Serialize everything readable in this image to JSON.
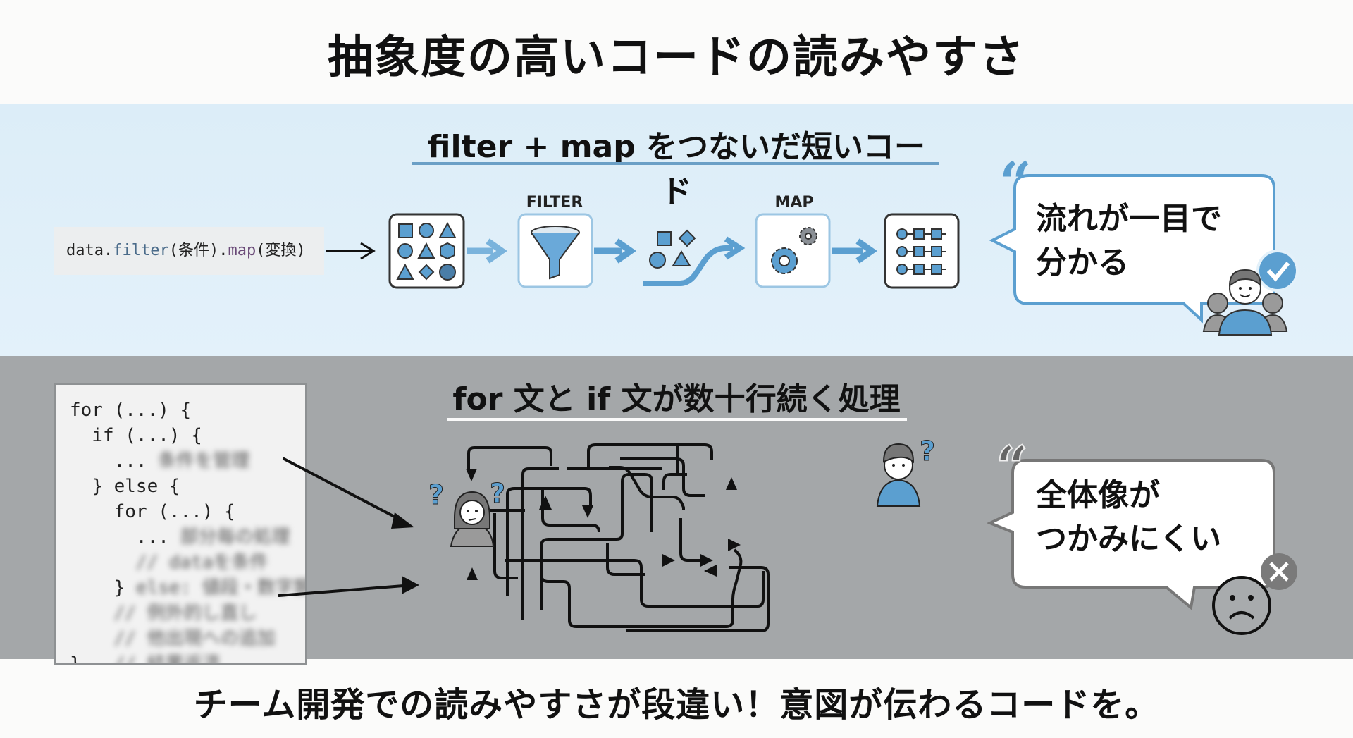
{
  "title": "抽象度の高いコードの読みやすさ",
  "top_section": {
    "heading": "filter + map をつないだ短いコード",
    "code": {
      "prefix": "data.",
      "filter_fn": "filter",
      "filter_arg": "(条件).",
      "map_fn": "map",
      "map_arg": "(変換)"
    },
    "stages": [
      {
        "label": "",
        "icon": "mixed-shapes-icon"
      },
      {
        "label": "FILTER",
        "icon": "funnel-icon"
      },
      {
        "label": "",
        "icon": "filtered-shapes-icon"
      },
      {
        "label": "MAP",
        "icon": "gears-icon"
      },
      {
        "label": "",
        "icon": "structured-list-icon"
      }
    ],
    "bubble": {
      "line1": "流れが一目で",
      "line2": "分かる"
    },
    "badge_icon": "checkmark-icon",
    "accent_color": "#5b9fd0"
  },
  "bottom_section": {
    "heading": "for 文と if 文が数十行続く処理",
    "code_lines": [
      "for (...) {",
      "  if (...) {",
      "    ...",
      "  } else {",
      "    for (...) {",
      "      ...",
      "",
      "    }",
      "",
      "",
      "}"
    ],
    "blurred_comments": [
      "",
      "",
      "条件を管理",
      "",
      "",
      "部分毎の処理",
      "// dataを条件",
      "else: 値段・数字類",
      "// 例外的し直し",
      "// 他出現への追加",
      "// 結果返済"
    ],
    "bubble": {
      "line1": "全体像が",
      "line2": "つかみにくい"
    },
    "badge_icon": "close-icon",
    "accent_color": "#7a7a7a"
  },
  "footer": "チーム開発での読みやすさが段違い！意図が伝わるコードを。"
}
